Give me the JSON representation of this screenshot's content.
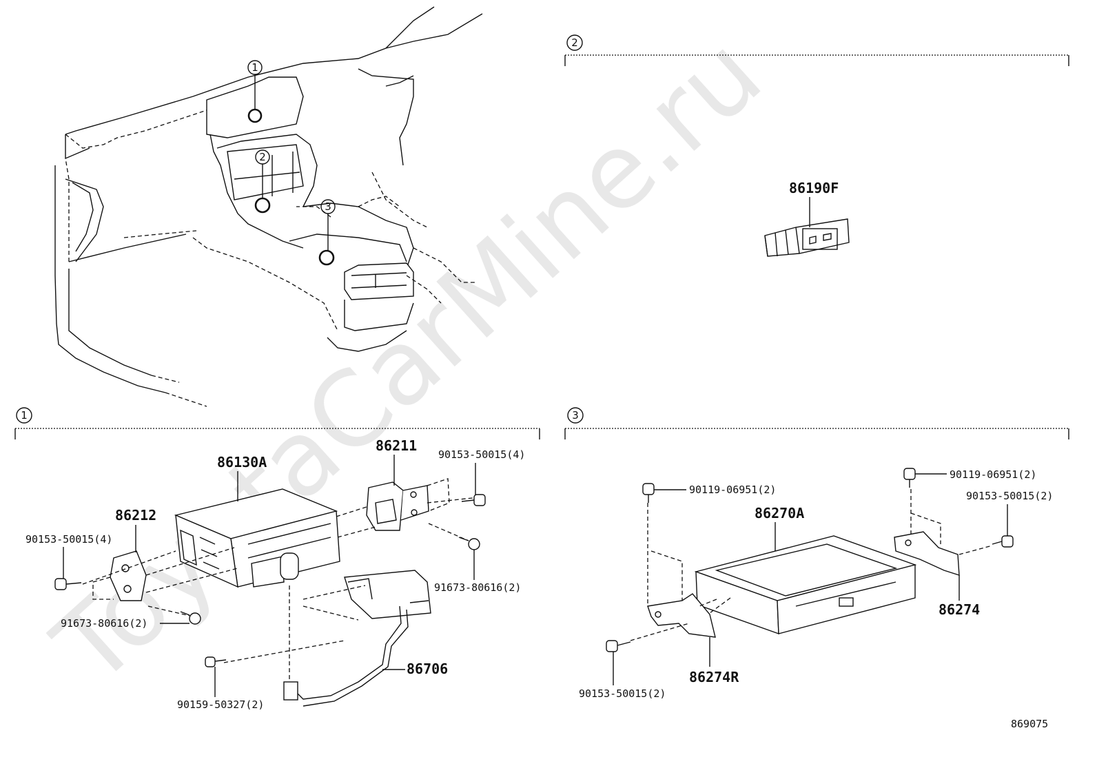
{
  "watermark": "ToyotaCarMine.ru",
  "figure_code": "869075",
  "overview_callouts": [
    "1",
    "2",
    "3"
  ],
  "sections": {
    "s1": {
      "number": "1"
    },
    "s2": {
      "number": "2"
    },
    "s3": {
      "number": "3"
    }
  },
  "parts": {
    "p86190F": "86190F",
    "p86130A": "86130A",
    "p86211": "86211",
    "p86212": "86212",
    "p86706": "86706",
    "p86270A": "86270A",
    "p86274": "86274",
    "p86274R": "86274R",
    "s1_90153_a": "90153-50015(4)",
    "s1_90153_b": "90153-50015(4)",
    "s1_91673_a": "91673-80616(2)",
    "s1_91673_b": "91673-80616(2)",
    "s1_90159": "90159-50327(2)",
    "s3_90119_a": "90119-06951(2)",
    "s3_90119_b": "90119-06951(2)",
    "s3_90153_a": "90153-50015(2)",
    "s3_90153_b": "90153-50015(2)"
  }
}
